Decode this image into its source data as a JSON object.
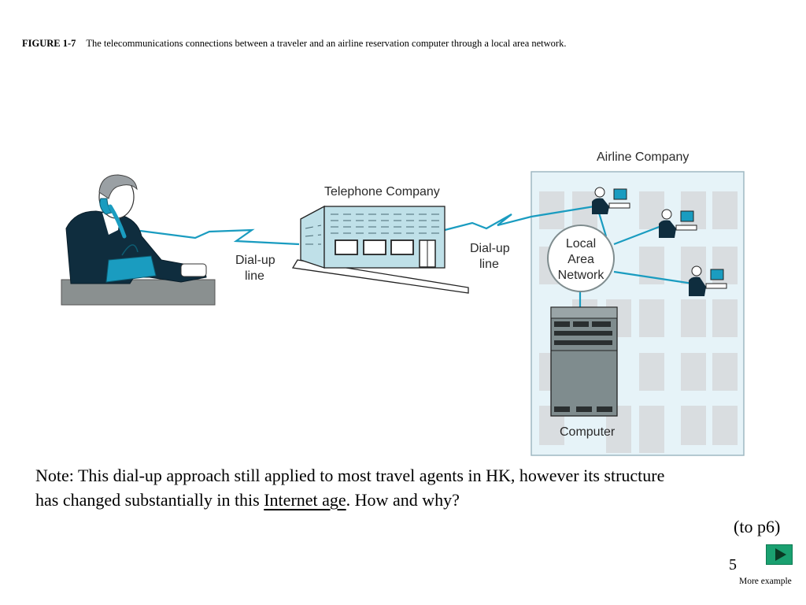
{
  "figure": {
    "number": "FIGURE 1-7",
    "caption": "The telecommunications connections between a traveler and an airline reservation computer through a local area network."
  },
  "diagram": {
    "telephone_company": "Telephone Company",
    "airline_company": "Airline Company",
    "dialup_left": [
      "Dial-up",
      "line"
    ],
    "dialup_right": [
      "Dial-up",
      "line"
    ],
    "lan": [
      "Local",
      "Area",
      "Network"
    ],
    "computer": "Computer",
    "colors": {
      "line": "#1a9cc0",
      "building": "#bfe0e8",
      "airline_bg": "#e8f4f8",
      "server": "#7f8c8e"
    }
  },
  "note": {
    "before": "Note:  This dial-up approach still applied to most travel agents in HK, however its structure has changed substantially in this ",
    "underlined": "Internet age",
    "after": ".  How and why?"
  },
  "nav": {
    "to_page": "(to p6)",
    "page_number": "5",
    "more": "More example",
    "next_icon": "play-triangle-icon"
  }
}
